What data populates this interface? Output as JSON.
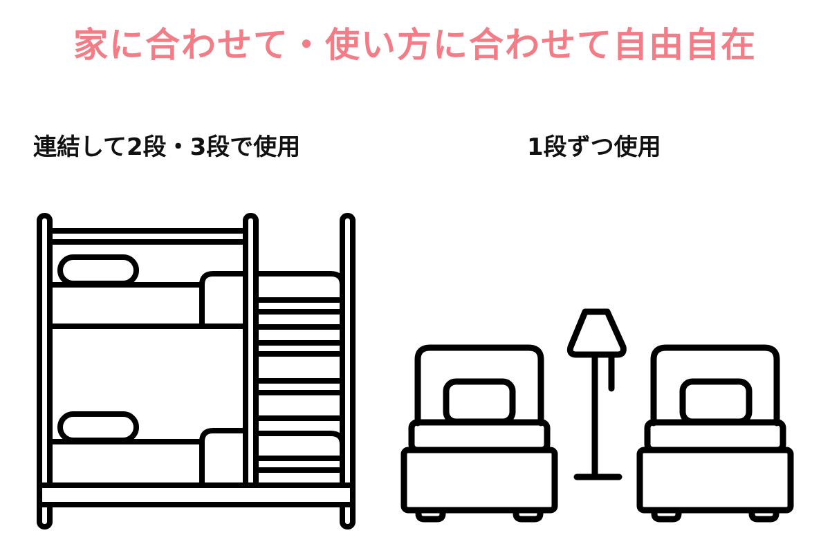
{
  "title": {
    "text": "家に合わせて・使い方に合わせて自由自在",
    "color": "#f27d87"
  },
  "sections": [
    {
      "label": "連結して2段・3段で使用",
      "icon": "bunk-bed-icon"
    },
    {
      "label": "1段ずつ使用",
      "icon": "twin-beds-with-lamp-icon"
    }
  ],
  "colors": {
    "stroke": "#000000",
    "background": "#ffffff"
  }
}
